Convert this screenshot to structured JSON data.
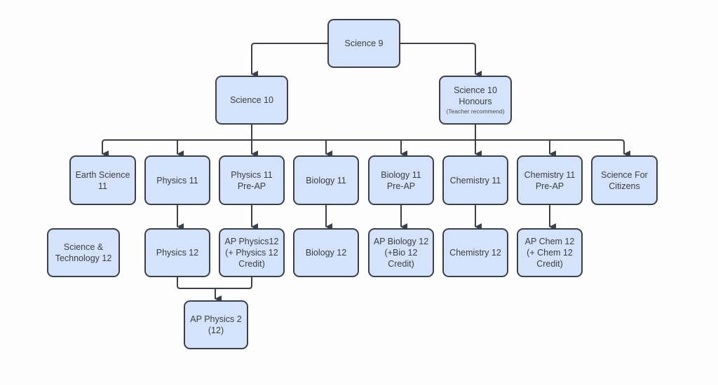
{
  "diagram": {
    "type": "course-pathway-flowchart",
    "colors": {
      "node_fill": "#d4e3fa",
      "node_border": "#3b4049",
      "connector": "#3b4049",
      "text": "#3a3d42",
      "background": "#fdfdfd"
    },
    "nodes": {
      "science9": {
        "lines": [
          "Science 9"
        ]
      },
      "science10": {
        "lines": [
          "Science 10"
        ]
      },
      "science10h": {
        "lines": [
          "Science 10",
          "Honours"
        ],
        "note": "(Teacher recommend)"
      },
      "earth11": {
        "lines": [
          "Earth Science",
          "11"
        ]
      },
      "physics11": {
        "lines": [
          "Physics 11"
        ]
      },
      "physics11pre": {
        "lines": [
          "Physics 11",
          "Pre-AP"
        ]
      },
      "biology11": {
        "lines": [
          "Biology 11"
        ]
      },
      "biology11pre": {
        "lines": [
          "Biology 11",
          "Pre-AP"
        ]
      },
      "chem11": {
        "lines": [
          "Chemistry 11"
        ]
      },
      "chem11pre": {
        "lines": [
          "Chemistry 11",
          "Pre-AP"
        ]
      },
      "citizens": {
        "lines": [
          "Science For",
          "Citizens"
        ]
      },
      "scitech12": {
        "lines": [
          "Science &",
          "Technology 12"
        ]
      },
      "physics12": {
        "lines": [
          "Physics 12"
        ]
      },
      "apphysics12": {
        "lines": [
          "AP Physics12",
          "(+ Physics 12",
          "Credit)"
        ]
      },
      "biology12": {
        "lines": [
          "Biology 12"
        ]
      },
      "apbio12": {
        "lines": [
          "AP Biology 12",
          "(+Bio 12",
          "Credit)"
        ]
      },
      "chem12": {
        "lines": [
          "Chemistry 12"
        ]
      },
      "apchem12": {
        "lines": [
          "AP Chem 12",
          "(+ Chem 12",
          "Credit)"
        ]
      },
      "apphysics2": {
        "lines": [
          "AP Physics 2",
          "(12)"
        ]
      }
    },
    "edges": [
      [
        "science9",
        "science10"
      ],
      [
        "science9",
        "science10h"
      ],
      [
        "science10",
        "earth11"
      ],
      [
        "science10",
        "physics11"
      ],
      [
        "science10",
        "physics11pre"
      ],
      [
        "science10",
        "biology11"
      ],
      [
        "science10",
        "biology11pre"
      ],
      [
        "science10",
        "chem11"
      ],
      [
        "science10",
        "chem11pre"
      ],
      [
        "science10",
        "citizens"
      ],
      [
        "science10h",
        "earth11"
      ],
      [
        "science10h",
        "physics11"
      ],
      [
        "science10h",
        "physics11pre"
      ],
      [
        "science10h",
        "biology11"
      ],
      [
        "science10h",
        "biology11pre"
      ],
      [
        "science10h",
        "chem11"
      ],
      [
        "science10h",
        "chem11pre"
      ],
      [
        "science10h",
        "citizens"
      ],
      [
        "physics11",
        "physics12"
      ],
      [
        "physics11pre",
        "apphysics12"
      ],
      [
        "biology11",
        "biology12"
      ],
      [
        "biology11pre",
        "apbio12"
      ],
      [
        "chem11",
        "chem12"
      ],
      [
        "chem11pre",
        "apchem12"
      ],
      [
        "physics12",
        "apphysics2"
      ],
      [
        "apphysics12",
        "apphysics2"
      ]
    ]
  }
}
